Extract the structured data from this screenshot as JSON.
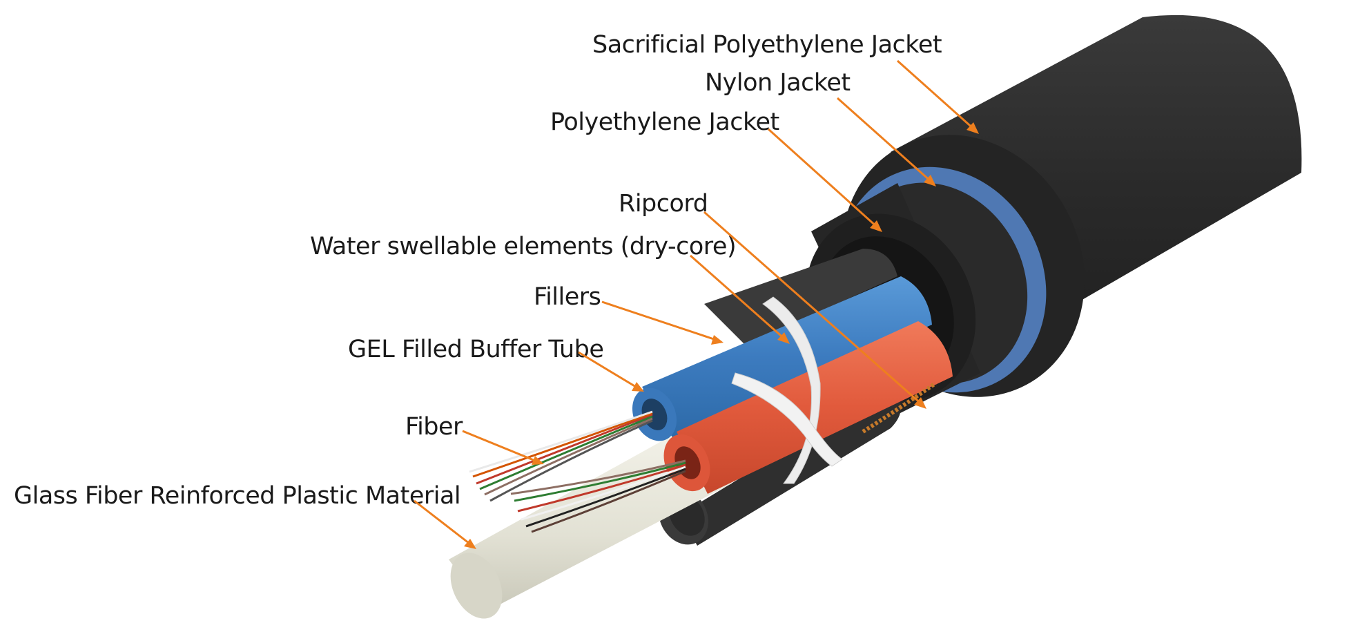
{
  "labels": {
    "sacrificial_jacket": "Sacrificial Polyethylene Jacket",
    "nylon_jacket": "Nylon Jacket",
    "polyethylene_jacket": "Polyethylene Jacket",
    "ripcord": "Ripcord",
    "water_swellable": "Water swellable elements (dry-core)",
    "fillers": "Fillers",
    "buffer_tube": "GEL Filled Buffer Tube",
    "fiber": "Fiber",
    "gfrp": "Glass Fiber Reinforced Plastic Material"
  },
  "colors": {
    "leader": "#ee7f1e",
    "outer_jacket": "#2c2c2c",
    "nylon_jacket": "#4f78b3",
    "buffer_tube_blue": "#3f7dc0",
    "buffer_tube_red": "#e2593c",
    "strength_member": "#e8e7dc",
    "water_swellable_tape": "#ececec",
    "ripcord": "#c77a2a"
  }
}
